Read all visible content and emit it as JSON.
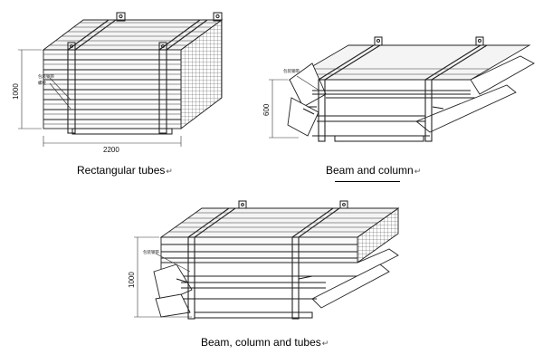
{
  "figures": [
    {
      "id": "rect",
      "caption": "Rectangular tubes",
      "dimension_height": "1000",
      "dimension_width": "2200",
      "callout_lines": [
        "包装钢带",
        "螺栓"
      ]
    },
    {
      "id": "beam",
      "caption": "Beam and column",
      "dimension_height": "600",
      "callout_lines": [
        "包装钢带"
      ]
    },
    {
      "id": "combo",
      "caption": "Beam, column and tubes",
      "dimension_height": "1000",
      "callout_lines": [
        "包装钢带"
      ]
    }
  ],
  "paragraph_mark": "↵"
}
